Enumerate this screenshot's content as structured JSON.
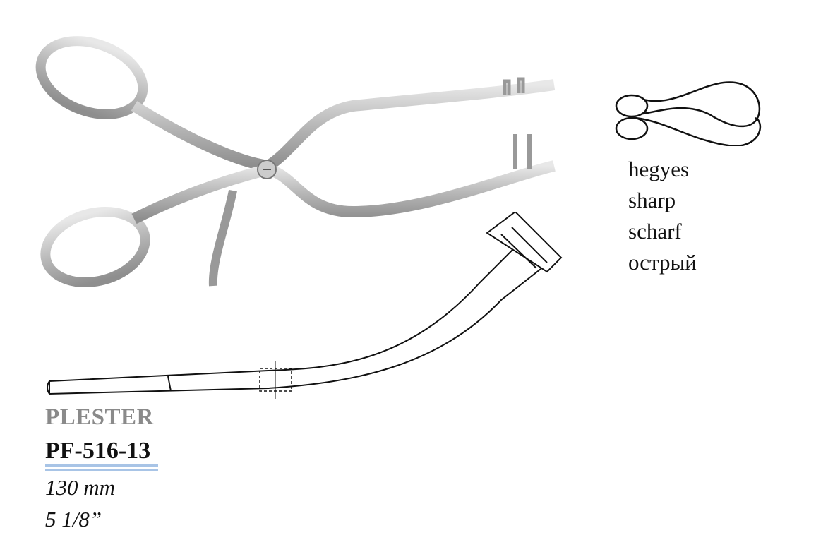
{
  "product": {
    "name": "PLESTER",
    "code": "PF-516-13",
    "length_mm": "130 mm",
    "length_in_whole": "5",
    "length_in_fraction": "1/8",
    "length_in_mark": "”"
  },
  "tip": {
    "icon": "sharp-tip-icon",
    "labels": [
      "hegyes",
      "sharp",
      "scharf",
      "острый"
    ]
  },
  "colors": {
    "underline": "#a8c4e6",
    "brand": "#8a8a8a"
  }
}
